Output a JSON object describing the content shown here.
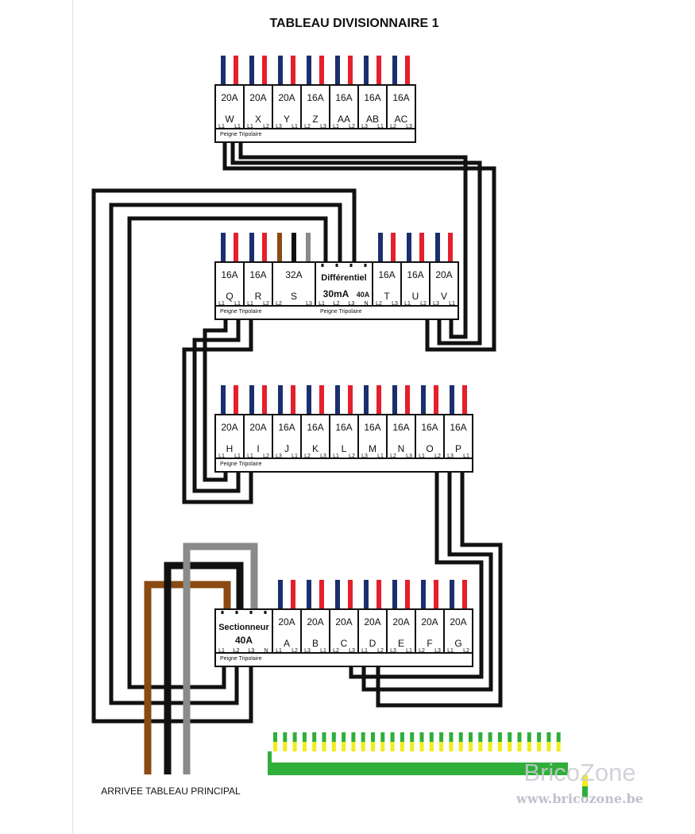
{
  "title": "TABLEAU DIVISIONNAIRE 1",
  "supply_label": "ARRIVEE TABLEAU PRINCIPAL",
  "watermark": {
    "brand": "BricoZone",
    "url": "www.bricozone.be"
  },
  "comb_label": "Peigne Tripolaire",
  "colors": {
    "neutral": "#1b2f6e",
    "phase": "#e3202b",
    "brown": "#8b4a12",
    "black": "#111111",
    "grey": "#8a8a8a",
    "earth_green": "#2fae3a",
    "earth_yellow": "#f2ec1a"
  },
  "rows": [
    {
      "id": "row1",
      "modules": [
        {
          "rating": "20A",
          "letter": "W",
          "terminals": [
            "L1",
            "L1"
          ]
        },
        {
          "rating": "20A",
          "letter": "X",
          "terminals": [
            "L1",
            "L2"
          ]
        },
        {
          "rating": "20A",
          "letter": "Y",
          "terminals": [
            "L3",
            "L1"
          ]
        },
        {
          "rating": "16A",
          "letter": "Z",
          "terminals": [
            "L2",
            "L3"
          ]
        },
        {
          "rating": "16A",
          "letter": "AA",
          "terminals": [
            "L1",
            "L2"
          ]
        },
        {
          "rating": "16A",
          "letter": "AB",
          "terminals": [
            "L3",
            "L1"
          ]
        },
        {
          "rating": "16A",
          "letter": "AC",
          "terminals": [
            "L2",
            "L3"
          ]
        }
      ]
    },
    {
      "id": "row2",
      "modules": [
        {
          "rating": "16A",
          "letter": "Q",
          "terminals": [
            "L1",
            "L1"
          ]
        },
        {
          "rating": "16A",
          "letter": "R",
          "terminals": [
            "L1",
            "L2"
          ]
        },
        {
          "rating": "32A",
          "letter": "S",
          "terminals": [
            "L2",
            "L3"
          ]
        },
        {
          "special": "differentiel",
          "title": "Différentiel",
          "line1": "30mA",
          "line2": "40A",
          "terminals": [
            "L1",
            "L2",
            "L3",
            "N"
          ]
        },
        {
          "rating": "16A",
          "letter": "T",
          "terminals": [
            "L2",
            "L3"
          ]
        },
        {
          "rating": "16A",
          "letter": "U",
          "terminals": [
            "L1",
            "L2"
          ]
        },
        {
          "rating": "20A",
          "letter": "V",
          "terminals": [
            "L3",
            "L1"
          ]
        }
      ]
    },
    {
      "id": "row3",
      "modules": [
        {
          "rating": "20A",
          "letter": "H",
          "terminals": [
            "L1",
            "L1"
          ]
        },
        {
          "rating": "20A",
          "letter": "I",
          "terminals": [
            "L1",
            "L2"
          ]
        },
        {
          "rating": "16A",
          "letter": "J",
          "terminals": [
            "L3",
            "L1"
          ]
        },
        {
          "rating": "16A",
          "letter": "K",
          "terminals": [
            "L2",
            "L3"
          ]
        },
        {
          "rating": "16A",
          "letter": "L",
          "terminals": [
            "L1",
            "L2"
          ]
        },
        {
          "rating": "16A",
          "letter": "M",
          "terminals": [
            "L3",
            "L1"
          ]
        },
        {
          "rating": "16A",
          "letter": "N",
          "terminals": [
            "L2",
            "L3"
          ]
        },
        {
          "rating": "16A",
          "letter": "O",
          "terminals": [
            "L1",
            "L2"
          ]
        },
        {
          "rating": "16A",
          "letter": "P",
          "terminals": [
            "L3",
            "L1"
          ]
        }
      ]
    },
    {
      "id": "row4",
      "modules": [
        {
          "special": "sectionneur",
          "title": "Sectionneur",
          "line1": "40A",
          "terminals": [
            "L1",
            "L2",
            "L3",
            "N"
          ]
        },
        {
          "rating": "20A",
          "letter": "A",
          "terminals": [
            "L1",
            "L2"
          ]
        },
        {
          "rating": "20A",
          "letter": "B",
          "terminals": [
            "L3",
            "L1"
          ]
        },
        {
          "rating": "20A",
          "letter": "C",
          "terminals": [
            "L2",
            "L3"
          ]
        },
        {
          "rating": "20A",
          "letter": "D",
          "terminals": [
            "L1",
            "L2"
          ]
        },
        {
          "rating": "20A",
          "letter": "E",
          "terminals": [
            "L3",
            "L1"
          ]
        },
        {
          "rating": "20A",
          "letter": "F",
          "terminals": [
            "L2",
            "L3"
          ]
        },
        {
          "rating": "20A",
          "letter": "G",
          "terminals": [
            "L1",
            "L2"
          ]
        }
      ]
    }
  ]
}
